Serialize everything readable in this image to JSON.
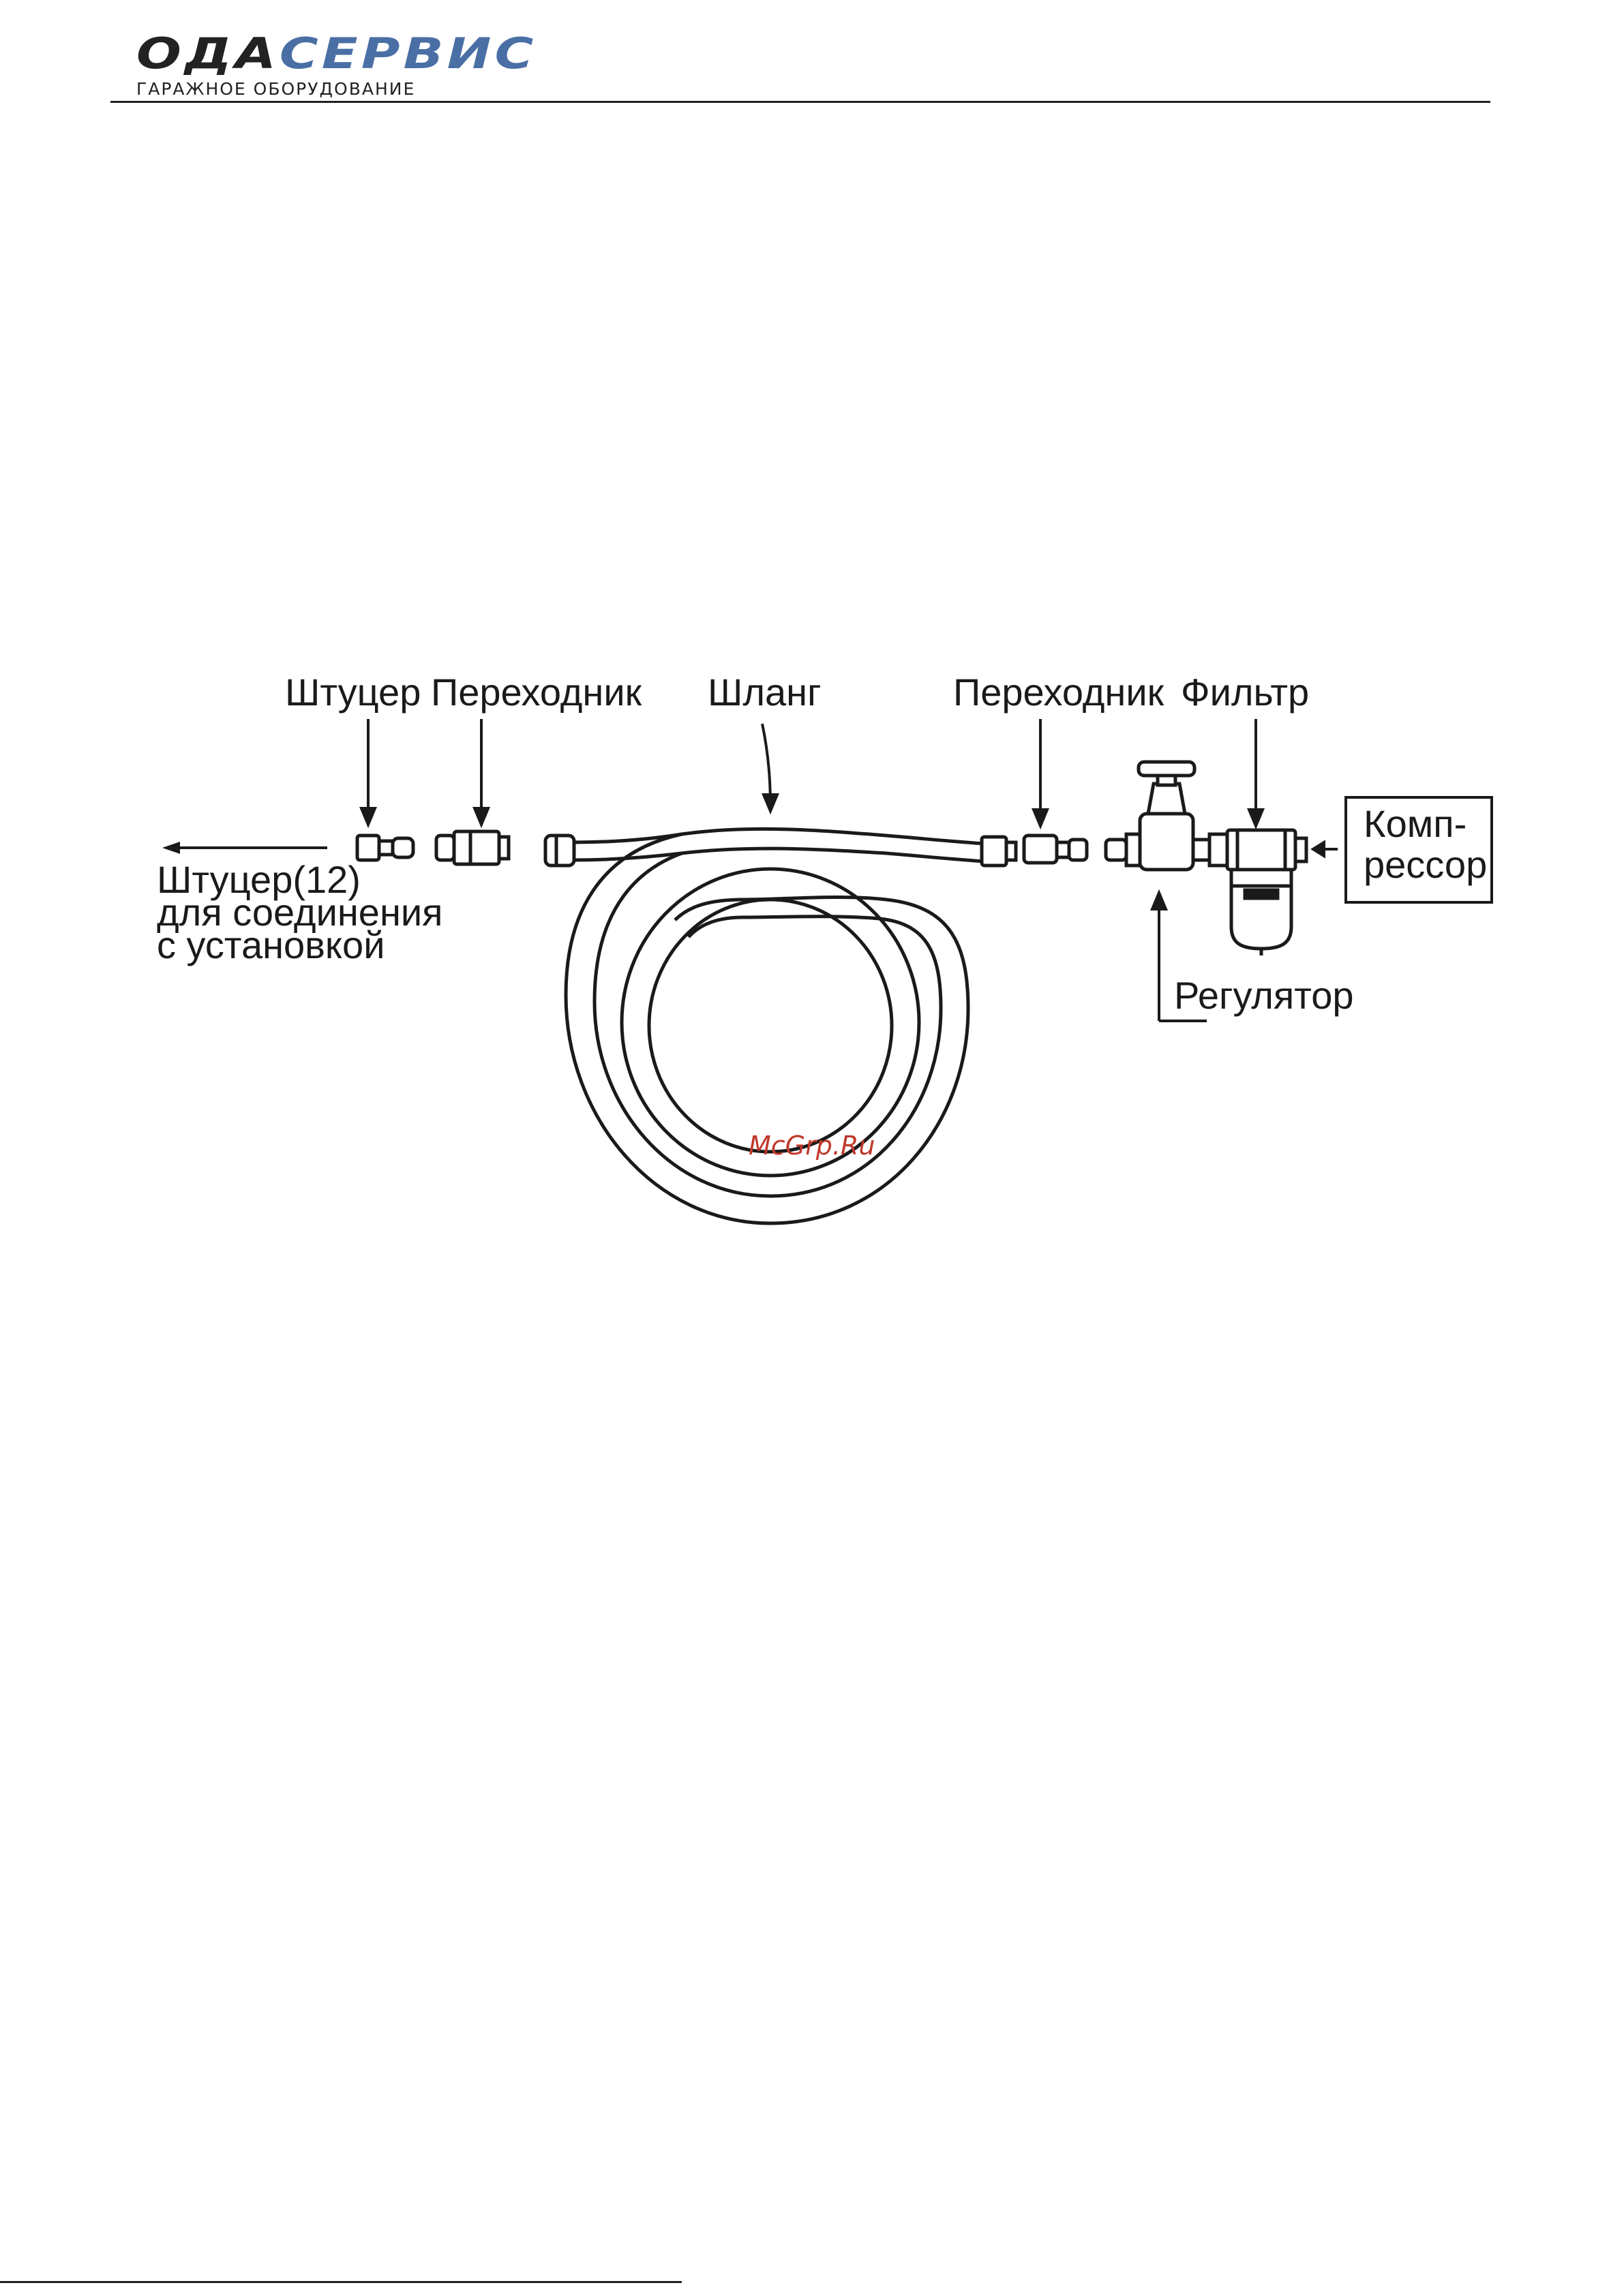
{
  "header": {
    "logo_part1": "ОДА",
    "logo_part2": "СЕРВИС",
    "logo_subtitle": "ГАРАЖНОЕ ОБОРУДОВАНИЕ",
    "brand_colors": {
      "dark": "#222222",
      "blue": "#4a6fa5"
    }
  },
  "diagram": {
    "labels": {
      "fitting": "Штуцер",
      "adapter_left": "Переходник",
      "hose": "Шланг",
      "adapter_right": "Переходник",
      "filter": "Фильтр",
      "compressor_line1": "Комп-",
      "compressor_line2": "рессор",
      "regulator": "Регулятор",
      "outlet_line1": "Штуцер(12)",
      "outlet_line2": "для соединения",
      "outlet_line3": "с установкой"
    },
    "watermark": "McGrp.Ru"
  }
}
